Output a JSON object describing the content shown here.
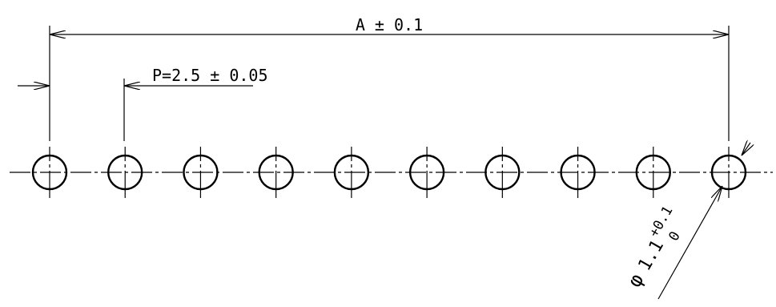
{
  "dimensions": {
    "overall_length": "A ± 0.1",
    "pitch": "P=2.5 ± 0.05",
    "hole_diameter": {
      "symbol": "φ",
      "nominal": "1.1",
      "upper_tolerance": "+0.1",
      "lower_tolerance": "0"
    }
  },
  "hole_count": 10,
  "colors": {
    "line": "#000000",
    "background": "#ffffff"
  }
}
